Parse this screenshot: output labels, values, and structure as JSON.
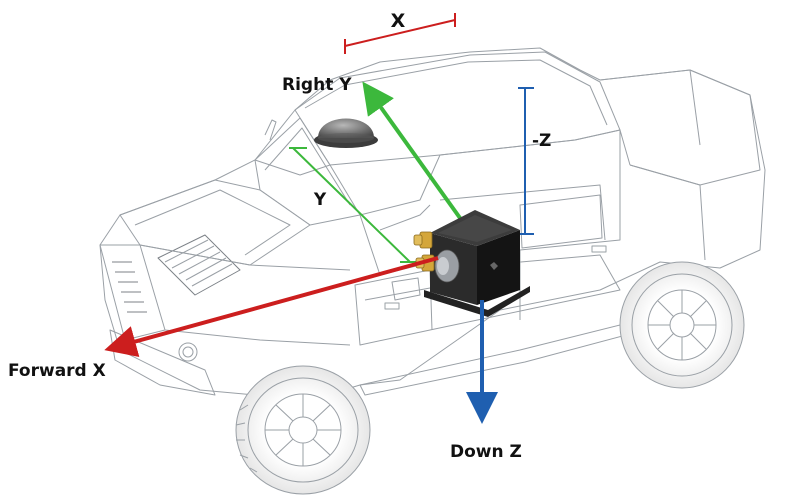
{
  "labels": {
    "dim_x": "X",
    "right_y": "Right Y",
    "dim_y": "Y",
    "dim_neg_z": "-Z",
    "forward_x": "Forward X",
    "down_z": "Down Z"
  },
  "colors": {
    "x_axis": "#cc1e1e",
    "y_axis": "#3cb83c",
    "z_axis": "#1f5fb0",
    "wireframe": "#9aa0a6",
    "sensor_body": "#1e1e1e",
    "connector": "#d4a63a",
    "antenna": "#6b6b6b"
  },
  "icons": [
    "vehicle-wireframe",
    "gnss-antenna-icon",
    "imu-sensor-icon"
  ]
}
